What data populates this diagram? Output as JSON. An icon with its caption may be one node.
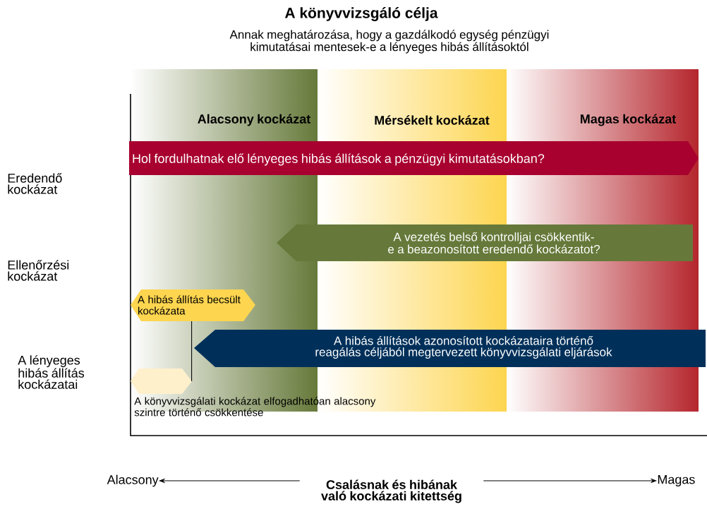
{
  "diagram": {
    "title": "A könyvvizsgáló célja",
    "nodes": [
      {
        "text": [
          "Hol fordulhatnak elő lényeges hibás állítások a pénzügyi kimutatásokban?"
        ]
      },
      {
        "text": [
          "A vezetés belső kontrolljai csökkentik-e a beazonosított eredendő kockázatot?"
        ]
      },
      {
        "text": [
          "A hibás állítás becsült kockázata"
        ]
      },
      {
        "text": [
          "A hibás állítások azonosított kockázataira történő reagálás céljából megtervezett könyvvizsgálati eljárások"
        ]
      },
      {
        "text": [],
        "shape": "hexagon",
        "beside": [
          "A könyvvizsgálati kockázat elfogadhatóan alacsony szintre történő csökkentése"
        ]
      },
      {
        "text": [
          "Alacsony"
        ]
      },
      {
        "text": [
          "Csalásnak és hibának való kockázati kitettség"
        ]
      },
      {
        "text": [
          "Magas"
        ]
      }
    ],
    "edges": [
      {
        "from": 2,
        "to": 4,
        "arrow": "none"
      },
      {
        "from": 6,
        "to": 5,
        "arrow": "to"
      },
      {
        "from": 6,
        "to": 7,
        "arrow": "to"
      }
    ],
    "labels": [
      "Annak meghatározása, hogy a gazdálkodó egység pénzügyi kimutatásai mentesek-e a lényeges hibás állításoktól",
      "Alacsony kockázat",
      "Mérsékelt kockázat",
      "Magas kockázat",
      "Eredendő kockázat",
      "Ellenőrzési kockázat",
      "A lényeges hibás állítás kockázatai"
    ]
  }
}
